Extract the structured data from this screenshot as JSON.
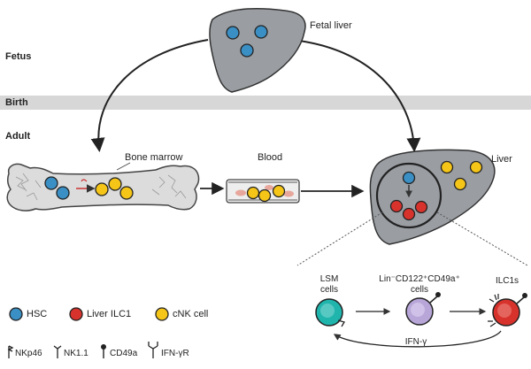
{
  "stages": {
    "fetus": "Fetus",
    "birth": "Birth",
    "adult": "Adult"
  },
  "organs": {
    "fetal_liver": "Fetal liver",
    "bone_marrow": "Bone marrow",
    "blood": "Blood",
    "liver": "Liver"
  },
  "detail": {
    "lsm_line1": "LSM",
    "lsm_line2": "cells",
    "lin_line1": "Lin⁻CD122⁺CD49a⁺",
    "lin_line2": "cells",
    "ilc1s": "ILC1s",
    "ifn_gamma": "IFN-γ"
  },
  "legend": {
    "hsc": "HSC",
    "liver_ilc1": "Liver ILC1",
    "cnk_cell": "cNK cell"
  },
  "receptors": {
    "nkp46": "NKp46",
    "nk11": "NK1.1",
    "cd49a": "CD49a",
    "ifngr": "IFN-γR"
  },
  "colors": {
    "hsc": "#3a8fc4",
    "liver_ilc1": "#d8322c",
    "cnk_cell": "#f5c518",
    "organ_fill": "#9a9ea3",
    "birth_band": "#d7d7d7",
    "lsm_cell": "#1fb5ad",
    "lin_cell": "#b8a6d9"
  }
}
